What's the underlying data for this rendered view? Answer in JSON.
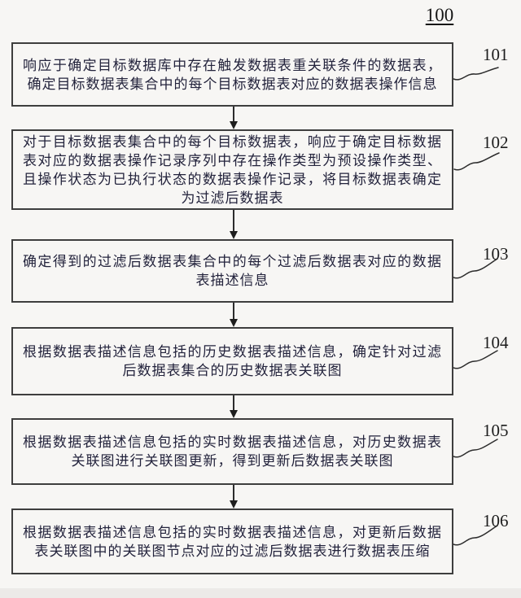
{
  "diagram": {
    "figure_label": "100",
    "colors": {
      "background": "#f7f6f4",
      "box_border": "#3e3e3e",
      "text": "#23233c",
      "ref_number": "#1c1c1c"
    },
    "steps": [
      {
        "id": "101",
        "text": "响应于确定目标数据库中存在触发数据表重关联条件的数据表，确定目标数据表集合中的每个目标数据表对应的数据表操作信息"
      },
      {
        "id": "102",
        "text": "对于目标数据表集合中的每个目标数据表，响应于确定目标数据表对应的数据表操作记录序列中存在操作类型为预设操作类型、且操作状态为已执行状态的数据表操作记录，将目标数据表确定为过滤后数据表"
      },
      {
        "id": "103",
        "text": "确定得到的过滤后数据表集合中的每个过滤后数据表对应的数据表描述信息"
      },
      {
        "id": "104",
        "text": "根据数据表描述信息包括的历史数据表描述信息，确定针对过滤后数据表集合的历史数据表关联图"
      },
      {
        "id": "105",
        "text": "根据数据表描述信息包括的实时数据表描述信息，对历史数据表关联图进行关联图更新，得到更新后数据表关联图"
      },
      {
        "id": "106",
        "text": "根据数据表描述信息包括的实时数据表描述信息，对更新后数据表关联图中的关联图节点对应的过滤后数据表进行数据表压缩"
      }
    ]
  }
}
